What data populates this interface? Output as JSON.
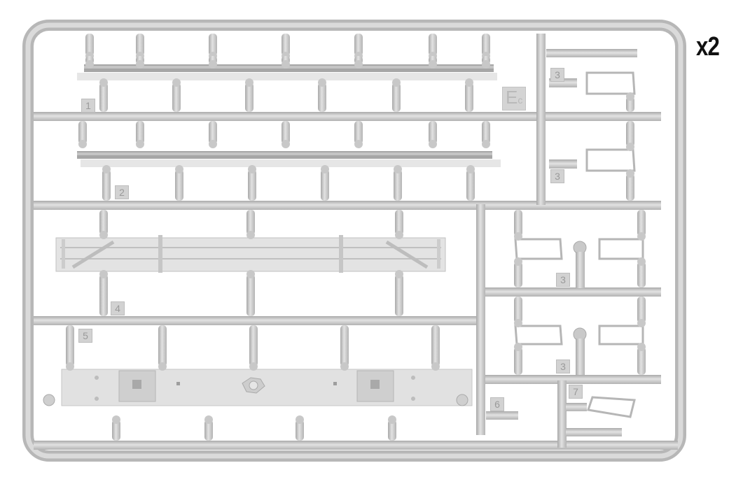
{
  "multiplier": "x2",
  "gate_label": "E",
  "gate_label_sub": "c",
  "part_numbers": [
    "1",
    "2",
    "3",
    "3",
    "3",
    "3",
    "4",
    "5",
    "6",
    "7"
  ],
  "colors": {
    "plastic": "#cfcfcf",
    "plastic_shadow": "#a8a8a8",
    "plastic_light": "#e6e6e6",
    "background": "#ffffff",
    "text": "#111111"
  }
}
